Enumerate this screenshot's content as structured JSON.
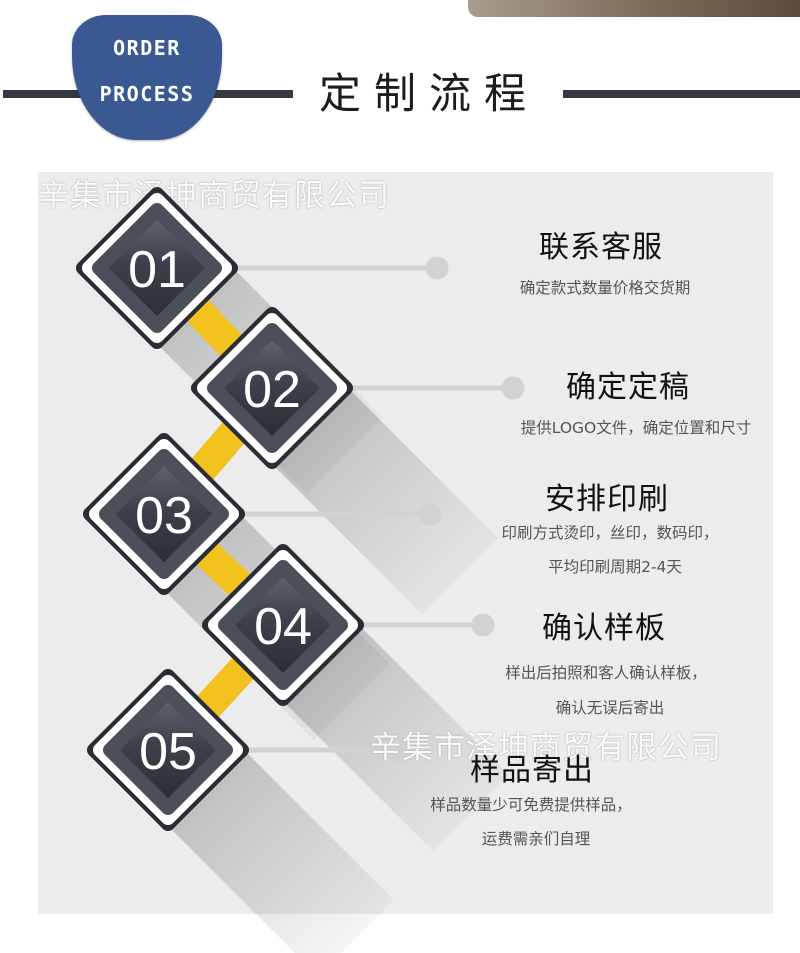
{
  "header": {
    "badge_line1": "ORDER",
    "badge_line2": "PROCESS",
    "title": "定制流程"
  },
  "watermark": "辛集市泽坤商贸有限公司",
  "steps": [
    {
      "number": "01",
      "title": "联系客服",
      "desc_lines": [
        "确定款式数量价格交货期"
      ]
    },
    {
      "number": "02",
      "title": "确定定稿",
      "desc_lines": [
        "提供LOGO文件，确定位置和尺寸"
      ]
    },
    {
      "number": "03",
      "title": "安排印刷",
      "desc_lines": [
        "印刷方式烫印，丝印，数码印，",
        "平均印刷周期2-4天"
      ]
    },
    {
      "number": "04",
      "title": "确认样板",
      "desc_lines": [
        "样出后拍照和客人确认样板，",
        "确认无误后寄出"
      ]
    },
    {
      "number": "05",
      "title": "样品寄出",
      "desc_lines": [
        "样品数量少可免费提供样品，",
        "运费需亲们自理"
      ]
    }
  ],
  "colors": {
    "badge": "#3a5891",
    "header_line": "#343840",
    "panel": "#ececec",
    "diamond_dark": "#2e323c",
    "diamond_light": "#646a75",
    "connector_yellow": "#f2c21f",
    "guide_line": "#d2d2d2"
  }
}
